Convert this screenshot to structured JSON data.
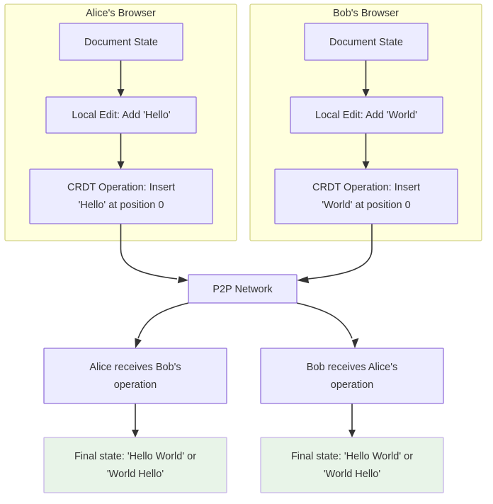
{
  "diagram": {
    "title_visible": false,
    "background": "#ffffff",
    "clusters": [
      {
        "id": "alice-browser",
        "label": "Alice's Browser",
        "fill": "#ffffde",
        "stroke": "#d4d487"
      },
      {
        "id": "bob-browser",
        "label": "Bob's Browser",
        "fill": "#ffffde",
        "stroke": "#d4d487"
      }
    ],
    "nodes": [
      {
        "id": "alice-document-state",
        "label": "Document State",
        "lines": [
          "Document State"
        ],
        "fill": "#ececff",
        "stroke": "#9370db"
      },
      {
        "id": "alice-local-edit",
        "label": "Local Edit: Add 'Hello'",
        "lines": [
          "Local Edit: Add 'Hello'"
        ],
        "fill": "#ececff",
        "stroke": "#9370db"
      },
      {
        "id": "alice-crdt-operation",
        "label": "CRDT Operation: Insert 'Hello' at position 0",
        "lines": [
          "CRDT Operation: Insert",
          "'Hello' at position 0"
        ],
        "fill": "#ececff",
        "stroke": "#9370db"
      },
      {
        "id": "bob-document-state",
        "label": "Document State",
        "lines": [
          "Document State"
        ],
        "fill": "#ececff",
        "stroke": "#9370db"
      },
      {
        "id": "bob-local-edit",
        "label": "Local Edit: Add 'World'",
        "lines": [
          "Local Edit: Add 'World'"
        ],
        "fill": "#ececff",
        "stroke": "#9370db"
      },
      {
        "id": "bob-crdt-operation",
        "label": "CRDT Operation: Insert 'World' at position 0",
        "lines": [
          "CRDT Operation: Insert",
          "'World' at position 0"
        ],
        "fill": "#ececff",
        "stroke": "#9370db"
      },
      {
        "id": "p2p-network",
        "label": "P2P Network",
        "lines": [
          "P2P Network"
        ],
        "fill": "#ececff",
        "stroke": "#9370db"
      },
      {
        "id": "alice-receives",
        "label": "Alice receives Bob's operation",
        "lines": [
          "Alice receives Bob's",
          "operation"
        ],
        "fill": "#ececff",
        "stroke": "#9370db"
      },
      {
        "id": "bob-receives",
        "label": "Bob receives Alice's operation",
        "lines": [
          "Bob receives Alice's",
          "operation"
        ],
        "fill": "#ececff",
        "stroke": "#9370db"
      },
      {
        "id": "alice-final-state",
        "label": "Final state: 'Hello World' or 'World Hello'",
        "lines": [
          "Final state: 'Hello World' or",
          "'World Hello'"
        ],
        "fill": "#e8f4e8",
        "stroke": "#c7b3e8"
      },
      {
        "id": "bob-final-state",
        "label": "Final state: 'Hello World' or 'World Hello'",
        "lines": [
          "Final state: 'Hello World' or",
          "'World Hello'"
        ],
        "fill": "#e8f4e8",
        "stroke": "#c7b3e8"
      }
    ],
    "edges": [
      {
        "id": "edge-alice-doc-to-edit",
        "from": "alice-document-state",
        "to": "alice-local-edit"
      },
      {
        "id": "edge-alice-edit-to-crdt",
        "from": "alice-local-edit",
        "to": "alice-crdt-operation"
      },
      {
        "id": "edge-alice-crdt-to-p2p",
        "from": "alice-crdt-operation",
        "to": "p2p-network"
      },
      {
        "id": "edge-bob-doc-to-edit",
        "from": "bob-document-state",
        "to": "bob-local-edit"
      },
      {
        "id": "edge-bob-edit-to-crdt",
        "from": "bob-local-edit",
        "to": "bob-crdt-operation"
      },
      {
        "id": "edge-bob-crdt-to-p2p",
        "from": "bob-crdt-operation",
        "to": "p2p-network"
      },
      {
        "id": "edge-p2p-to-alice-receives",
        "from": "p2p-network",
        "to": "alice-receives"
      },
      {
        "id": "edge-p2p-to-bob-receives",
        "from": "p2p-network",
        "to": "bob-receives"
      },
      {
        "id": "edge-alice-receives-to-final",
        "from": "alice-receives",
        "to": "alice-final-state"
      },
      {
        "id": "edge-bob-receives-to-final",
        "from": "bob-receives",
        "to": "bob-final-state"
      }
    ],
    "colors": {
      "node_fill": "#ececff",
      "node_stroke": "#9370db",
      "cluster_fill": "#ffffde",
      "cluster_stroke": "#d4d487",
      "final_fill": "#e8f4e8",
      "final_stroke": "#c7b3e8",
      "edge_stroke": "#333333",
      "text": "#333333"
    }
  }
}
